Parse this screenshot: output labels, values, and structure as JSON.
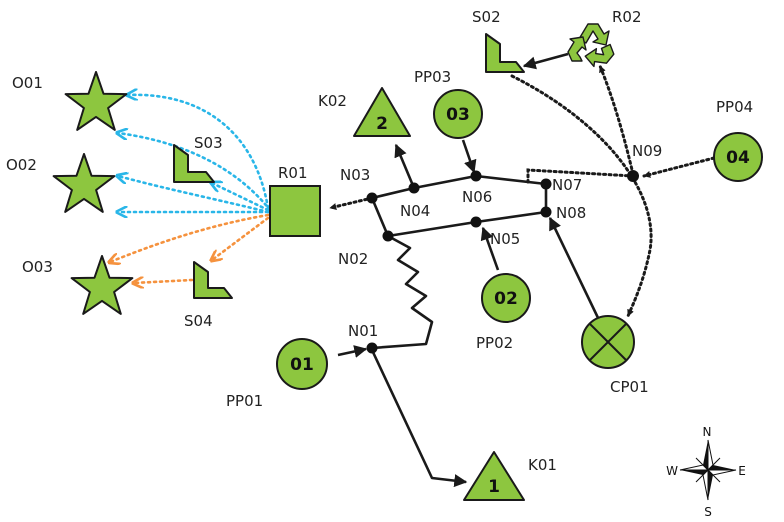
{
  "colors": {
    "fill": "#8dc63f",
    "stroke": "#1a1a1a",
    "blue_flow": "#29b6e8",
    "orange_flow": "#f5923e"
  },
  "labels": {
    "o01": "O01",
    "o02": "O02",
    "o03": "O03",
    "s03": "S03",
    "s04": "S04",
    "s02": "S02",
    "r01": "R01",
    "r02": "R02",
    "k01": "K01",
    "k02": "K02",
    "pp01": "PP01",
    "pp02": "PP02",
    "pp03": "PP03",
    "pp04": "PP04",
    "cp01": "CP01",
    "n01": "N01",
    "n02": "N02",
    "n03": "N03",
    "n04": "N04",
    "n05": "N05",
    "n06": "N06",
    "n07": "N07",
    "n08": "N08",
    "n09": "N09"
  },
  "badges": {
    "pp01": "01",
    "pp02": "02",
    "pp03": "03",
    "pp04": "04",
    "k01": "1",
    "k02": "2"
  },
  "compass": {
    "n": "N",
    "s": "S",
    "e": "E",
    "w": "W"
  },
  "icons": {
    "r02": "recycle-icon",
    "cp01": "cross-circle-icon",
    "compass": "compass-rose-icon"
  }
}
